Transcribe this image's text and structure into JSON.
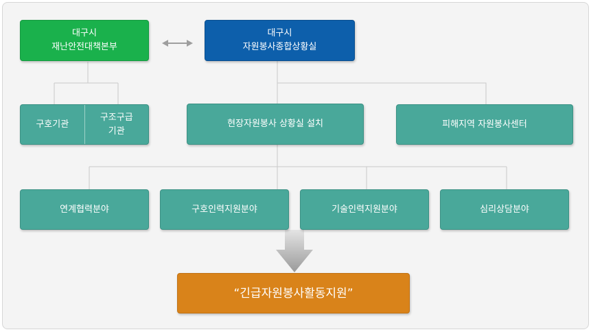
{
  "top": {
    "disaster_hq": {
      "line1": "대구시",
      "line2": "재난안전대책본부"
    },
    "volunteer_hq": {
      "line1": "대구시",
      "line2": "자원봉사종합상황실"
    }
  },
  "middle": {
    "rescue_agency": "구호기관",
    "relief_agency_line1": "구조구급",
    "relief_agency_line2": "기관",
    "onsite_center": "현장자원봉사 상황실 설치",
    "disaster_area_center": "피해지역 자원봉사센터"
  },
  "fields": [
    {
      "label": "연계협력분야"
    },
    {
      "label": "구호인력지원분야"
    },
    {
      "label": "기술인력지원분야"
    },
    {
      "label": "심리상담분야"
    }
  ],
  "result": "“긴급자원봉사활동지원”",
  "colors": {
    "green": "#1ab14c",
    "blue": "#0d5fab",
    "teal": "#49a89a",
    "orange": "#d9831a"
  }
}
